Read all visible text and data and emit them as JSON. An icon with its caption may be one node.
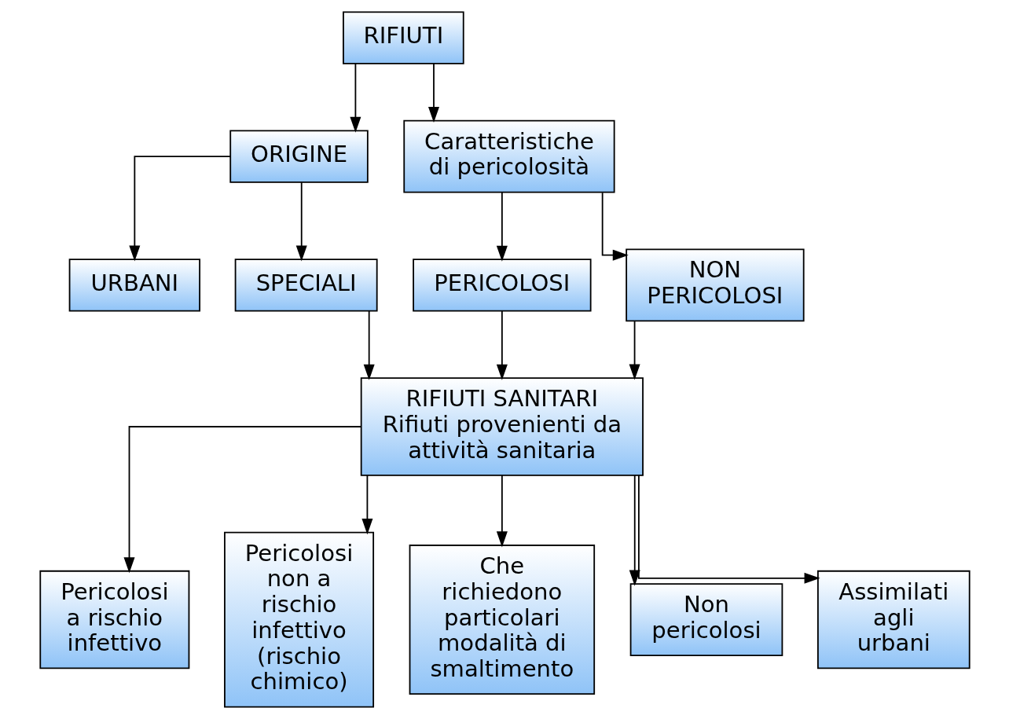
{
  "diagram": {
    "nodes": [
      {
        "text": [
          "RIFIUTI"
        ]
      },
      {
        "text": [
          "ORIGINE"
        ]
      },
      {
        "text": [
          "Caratteristiche di pericolosità"
        ]
      },
      {
        "text": [
          "URBANI"
        ]
      },
      {
        "text": [
          "SPECIALI"
        ]
      },
      {
        "text": [
          "PERICOLOSI"
        ]
      },
      {
        "text": [
          "NON PERICOLOSI"
        ]
      },
      {
        "text": [
          "RIFIUTI SANITARI",
          "Rifiuti provenienti da attività sanitaria"
        ]
      },
      {
        "text": [
          "Pericolosi a rischio infettivo"
        ]
      },
      {
        "text": [
          "Pericolosi non a rischio infettivo (rischio chimico)"
        ]
      },
      {
        "text": [
          "Che richiedono particolari modalità di smaltimento"
        ]
      },
      {
        "text": [
          "Non pericolosi"
        ]
      },
      {
        "text": [
          "Assimilati agli urbani"
        ]
      }
    ],
    "edges": [
      {
        "from": 0,
        "to": 1,
        "arrow": "to"
      },
      {
        "from": 0,
        "to": 2,
        "arrow": "to"
      },
      {
        "from": 1,
        "to": 3,
        "arrow": "to"
      },
      {
        "from": 1,
        "to": 4,
        "arrow": "to"
      },
      {
        "from": 2,
        "to": 5,
        "arrow": "to"
      },
      {
        "from": 2,
        "to": 6,
        "arrow": "to"
      },
      {
        "from": 4,
        "to": 7,
        "arrow": "to"
      },
      {
        "from": 5,
        "to": 7,
        "arrow": "to"
      },
      {
        "from": 6,
        "to": 7,
        "arrow": "to"
      },
      {
        "from": 7,
        "to": 8,
        "arrow": "to"
      },
      {
        "from": 7,
        "to": 9,
        "arrow": "to"
      },
      {
        "from": 7,
        "to": 10,
        "arrow": "to"
      },
      {
        "from": 7,
        "to": 11,
        "arrow": "to"
      },
      {
        "from": 7,
        "to": 12,
        "arrow": "to"
      }
    ]
  }
}
